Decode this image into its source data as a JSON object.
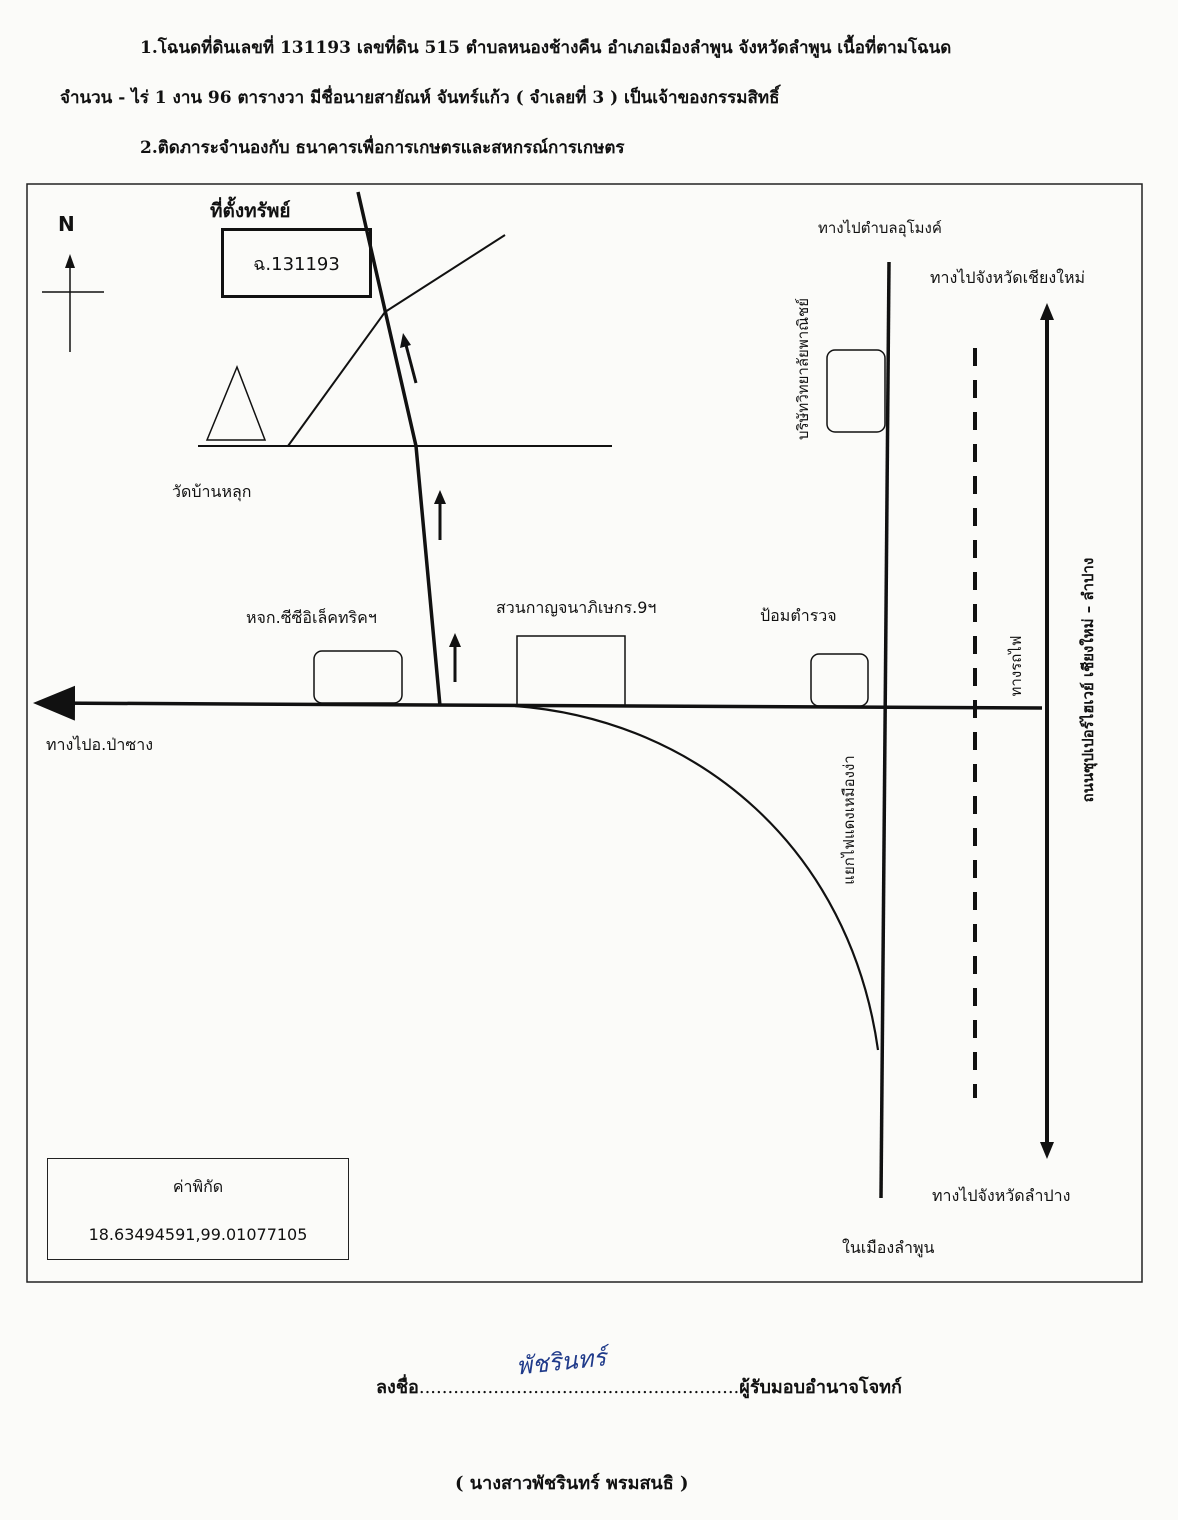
{
  "header": {
    "line1": "1.โฉนดที่ดินเลขที่ 131193 เลขที่ดิน 515 ตำบลหนองช้างคืน อำเภอเมืองลำพูน จังหวัดลำพูน เนื้อที่ตามโฉนด",
    "line2": "จำนวน - ไร่ 1 งาน 96 ตารางวา มีชื่อนายสายัณห์ จันทร์แก้ว ( จำเลยที่ 3 ) เป็นเจ้าของกรรมสิทธิ์",
    "line3": "2.ติดภาระจำนองกับ ธนาคารเพื่อการเกษตรและสหกรณ์การเกษตร"
  },
  "map": {
    "north_label": "N",
    "property_title": "ที่ตั้งทรัพย์",
    "deed_label": "ฉ.131193",
    "labels": {
      "temple": "วัดบ้านหลุก",
      "electric_company": "หจก.ซีซีอิเล็คทริคฯ",
      "park": "สวนกาญจนาภิเษกร.9ฯ",
      "police_box": "ป้อมตำรวจ",
      "to_umong": "ทางไปตำบลอุโมงค์",
      "to_chiangmai": "ทางไปจังหวัดเชียงใหม่",
      "to_pasang": "ทางไปอ.ป่าซาง",
      "to_lampang": "ทางไปจังหวัดลำปาง",
      "lamphun_city": "ในเมืองลำพูน",
      "commerce_college": "บริษัทวิทยาลัยพาณิชย์",
      "railway": "ทางรถไฟ",
      "intersection": "แยกไฟแดงเหมืองง่า",
      "superhighway": "ถนนซุปเปอร์ไฮเวย์ เชียงใหม่ – ลำปาง"
    },
    "coordinates": {
      "title": "ค่าพิกัด",
      "value": "18.63494591,99.01077105"
    }
  },
  "signature": {
    "prefix": "ลงชื่อ",
    "dots": "........................................................",
    "suffix": "ผู้รับมอบอำนาจโจทก์",
    "signed_name": "พัชรินทร์",
    "printed_name": "( นางสาวพัชรินทร์ พรมสนธิ )",
    "ink_color": "#1f3a8a"
  }
}
